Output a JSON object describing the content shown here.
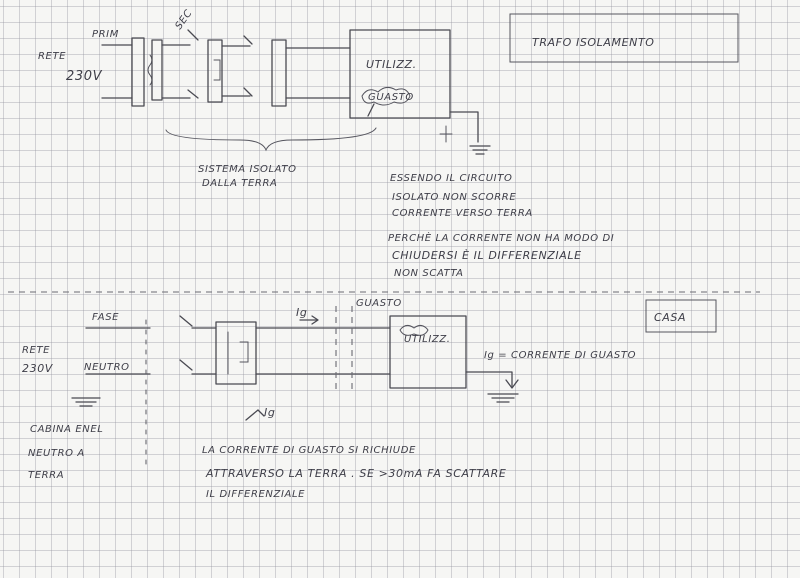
{
  "top_circuit": {
    "rete": "RETE",
    "voltage": "230V",
    "prim": "PRIM",
    "sec": "SEC",
    "utilizz": "UTILIZZ.",
    "guasto": "GUASTO",
    "sistema": "SISTEMA ISOLATO",
    "dalla_terra": "DALLA TERRA"
  },
  "title_box": "TRAFO ISOLAMENTO",
  "notes_top": [
    "ESSENDO IL CIRCUITO",
    "ISOLATO NON SCORRE",
    "CORRENTE VERSO TERRA",
    "PERCHÈ LA CORRENTE NON HA MODO DI",
    "CHIUDERSI È IL DIFFERENZIALE",
    "NON SCATTA"
  ],
  "bottom_circuit": {
    "fase": "FASE",
    "rete": "RETE",
    "voltage": "230V",
    "neutro": "NEUTRO",
    "guasto": "GUASTO",
    "utilizz": "UTILIZZ.",
    "casa": "CASA",
    "ig": "Ig",
    "ig_def": "Ig = CORRENTE DI GUASTO",
    "cabina": [
      "CABINA ENEL",
      "NEUTRO A",
      "TERRA"
    ]
  },
  "notes_bottom": [
    "LA CORRENTE DI GUASTO SI RICHIUDE",
    "ATTRAVERSO LA TERRA . SE >30mA FA SCATTARE",
    "IL DIFFERENZIALE"
  ]
}
